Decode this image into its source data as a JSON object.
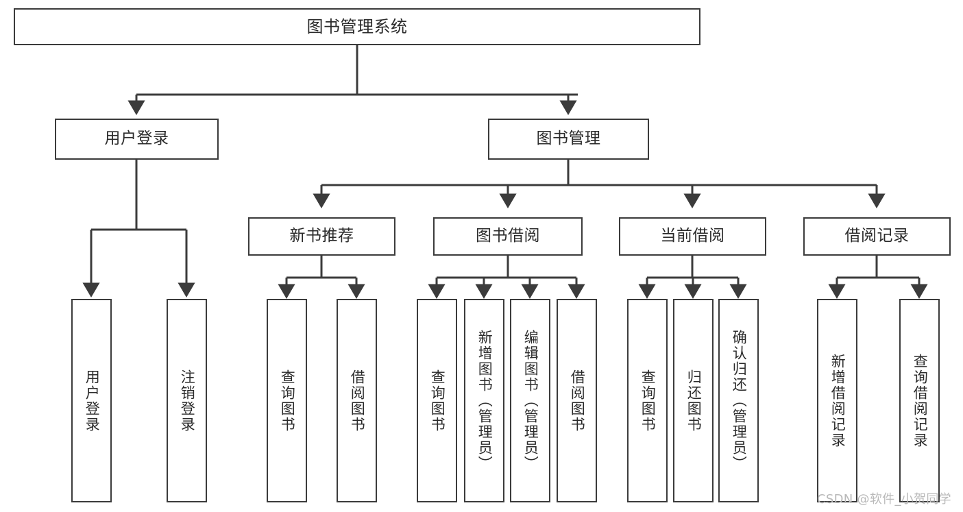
{
  "diagram": {
    "title": "图书管理系统",
    "root": {
      "id": "root",
      "label": "图书管理系统"
    },
    "level2": [
      {
        "id": "user-login",
        "label": "用户登录"
      },
      {
        "id": "book-management",
        "label": "图书管理"
      }
    ],
    "level3": [
      {
        "id": "new-book-recommend",
        "label": "新书推荐"
      },
      {
        "id": "book-borrow",
        "label": "图书借阅"
      },
      {
        "id": "current-borrow",
        "label": "当前借阅"
      },
      {
        "id": "borrow-record",
        "label": "借阅记录"
      }
    ],
    "leaves": {
      "user_login": [
        {
          "id": "leaf-user-login",
          "label": "用户登录"
        },
        {
          "id": "leaf-user-logout",
          "label": "注销登录"
        }
      ],
      "new_book_recommend": [
        {
          "id": "leaf-query-book-1",
          "label": "查询图书"
        },
        {
          "id": "leaf-borrow-book-1",
          "label": "借阅图书"
        }
      ],
      "book_borrow": [
        {
          "id": "leaf-query-book-2",
          "label": "查询图书"
        },
        {
          "id": "leaf-add-book",
          "label": "新增图书（管理员）"
        },
        {
          "id": "leaf-edit-book",
          "label": "编辑图书（管理员）"
        },
        {
          "id": "leaf-borrow-book-2",
          "label": "借阅图书"
        }
      ],
      "current_borrow": [
        {
          "id": "leaf-query-book-3",
          "label": "查询图书"
        },
        {
          "id": "leaf-return-book",
          "label": "归还图书"
        },
        {
          "id": "leaf-confirm-return",
          "label": "确认归还（管理员）"
        }
      ],
      "borrow_record": [
        {
          "id": "leaf-add-record",
          "label": "新增借阅记录"
        },
        {
          "id": "leaf-query-record",
          "label": "查询借阅记录"
        }
      ]
    },
    "watermark": "CSDN @软件_小贺同学",
    "colors": {
      "stroke": "#3b3b3b",
      "fill": "#ffffff",
      "text": "#2b2b2b",
      "watermark": "#b9b9b9"
    }
  }
}
